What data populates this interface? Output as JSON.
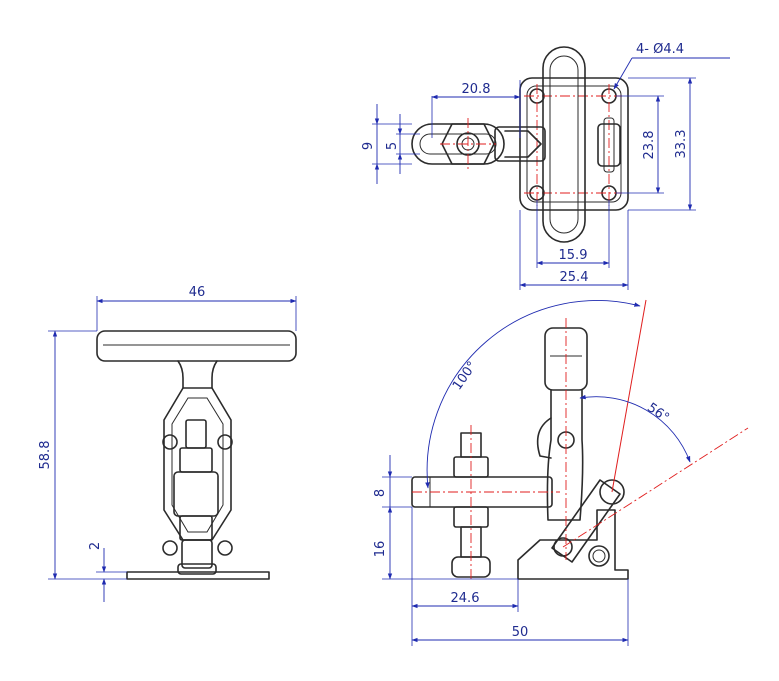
{
  "colors": {
    "dimension": "#1f2bb0",
    "centerline": "#e01e1e",
    "part": "#2b2b2b",
    "background": "#ffffff"
  },
  "dimensions": {
    "top_view": {
      "hole_spec": "4- Ø4.4",
      "handle_offset": "20.8",
      "slot_height": "9",
      "slot_inner": "5",
      "hole_spacing_vertical": "23.8",
      "base_height": "33.3",
      "hole_spacing_horizontal": "15.9",
      "base_width": "25.4"
    },
    "front_view": {
      "handle_width": "46",
      "overall_height": "58.8",
      "base_thickness": "2"
    },
    "side_view": {
      "open_angle": "100°",
      "release_angle": "56°",
      "arm_thickness": "8",
      "spindle_height": "16",
      "spindle_reach": "24.6",
      "overall_length": "50"
    }
  }
}
